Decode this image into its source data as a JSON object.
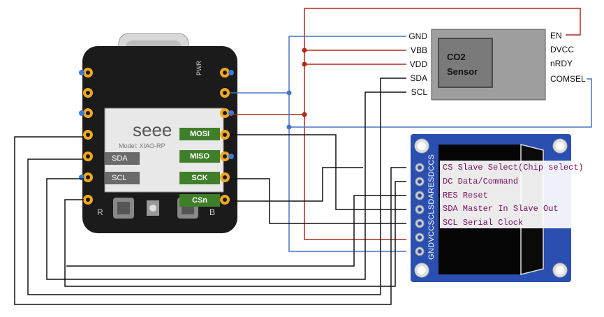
{
  "sensor": {
    "title_line1": "CO2",
    "title_line2": "Sensor",
    "left_pins": [
      "GND",
      "VBB",
      "VDD",
      "SDA",
      "SCL"
    ],
    "right_pins": [
      "EN",
      "DVCC",
      "nRDY",
      "COMSEL"
    ]
  },
  "xiao": {
    "logo_text": "seee",
    "model_text": "Model: XIAO-RP",
    "label_left": [
      "SDA",
      "SCL"
    ],
    "label_right": [
      "MOSI",
      "MISO",
      "SCK",
      "CSn"
    ],
    "btn_r": "R",
    "btn_b": "B",
    "pwr": "PWR"
  },
  "oled": {
    "pin_header_text": "GNDVCCSCLSDARESDCCS",
    "descriptions": [
      "CS  Slave Select(Chip select)",
      "DC  Data/Command",
      "RES Reset",
      "SDA Master In Slave Out",
      "SCL Serial Clock"
    ]
  },
  "colors": {
    "wire_blue": "#4a73c4",
    "wire_red": "#b02a1e",
    "wire_black": "#111111",
    "pin_green": "#3f7f2a",
    "pin_gray": "#6a6a6a",
    "oled_board": "#2a4fb0"
  }
}
